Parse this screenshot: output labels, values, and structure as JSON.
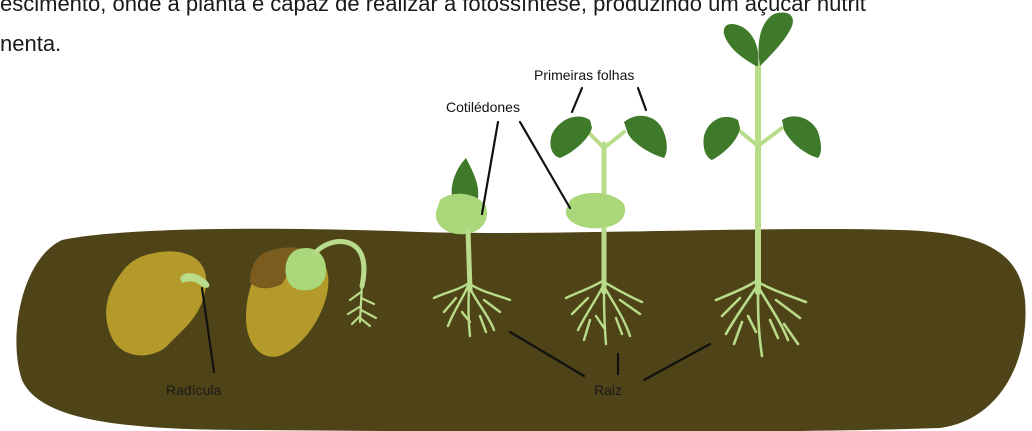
{
  "caption": {
    "line1": "escimento, onde a planta é capaz de realizar a fotossíntese, produzindo um açúcar nutrit",
    "line2": "nenta."
  },
  "labels": {
    "primeiras_folhas": "Primeiras folhas",
    "cotiledones": "Cotilédones",
    "radicula": "Radícula",
    "raiz": "Raiz"
  },
  "colors": {
    "soil": "#4f4417",
    "seed": "#b49a2a",
    "seed_dark": "#7a5c1e",
    "stem_light": "#b9dc8a",
    "cotyledon": "#a9d77a",
    "leaf": "#3f7a2a",
    "leaf_light": "#5a9a3c",
    "line": "#111111"
  }
}
